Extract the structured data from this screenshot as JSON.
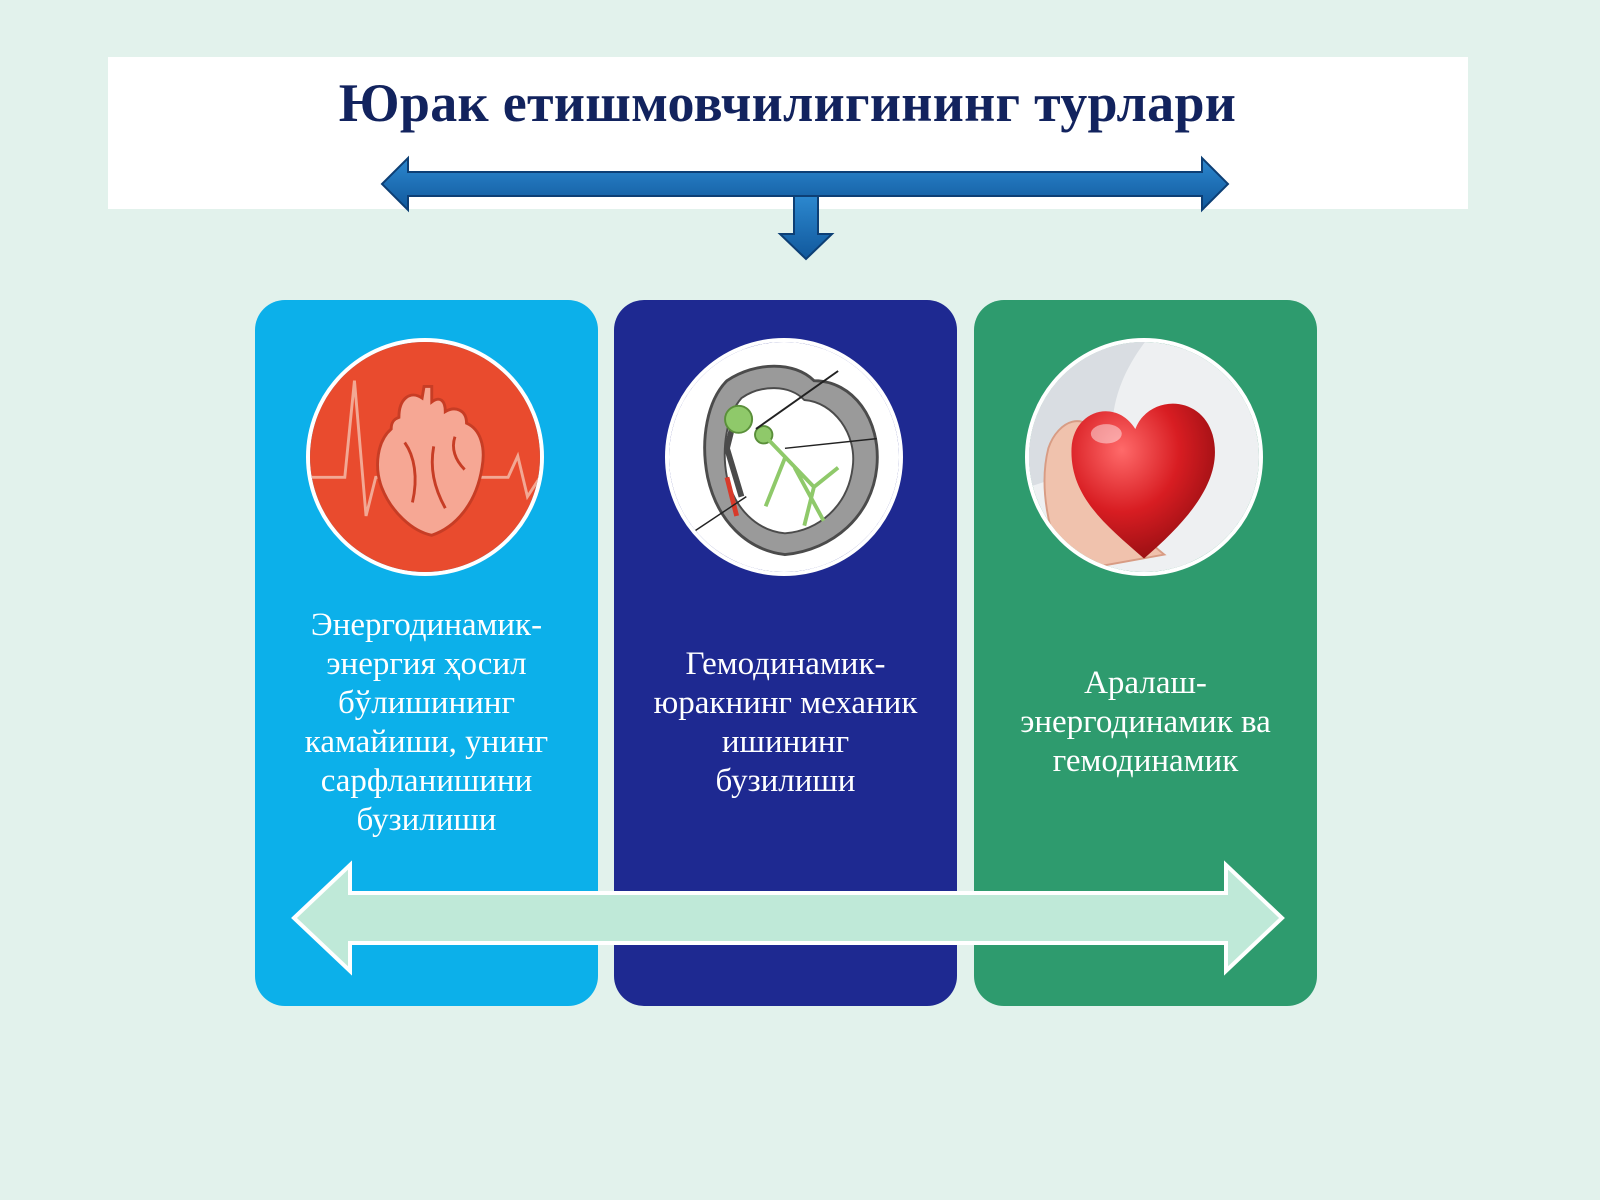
{
  "title": "Юрак етишмовчилигининг турлари",
  "colors": {
    "background": "#e2f2ec",
    "title_text": "#12235e",
    "connector_arrow": "#1b6fb8",
    "card_energetic": "#0cb0ea",
    "card_hemodynamic": "#1e2991",
    "card_mixed": "#2e9b6e",
    "bottom_arrow": "#bfe9d8"
  },
  "cards": [
    {
      "text": "Энергодинамик-\nэнергия ҳосил\nбўлишининг\nкамайиши, унинг\nсарфланишини\nбузилиши",
      "icon": "heart-ecg-icon"
    },
    {
      "text": "Гемодинамик-\nюракнинг механик\nишининг\nбузилиши",
      "icon": "heart-conduction-diagram-icon"
    },
    {
      "text": "Аралаш-\nэнергодинамик ва\nгемодинамик",
      "icon": "heart-in-hand-icon"
    }
  ]
}
